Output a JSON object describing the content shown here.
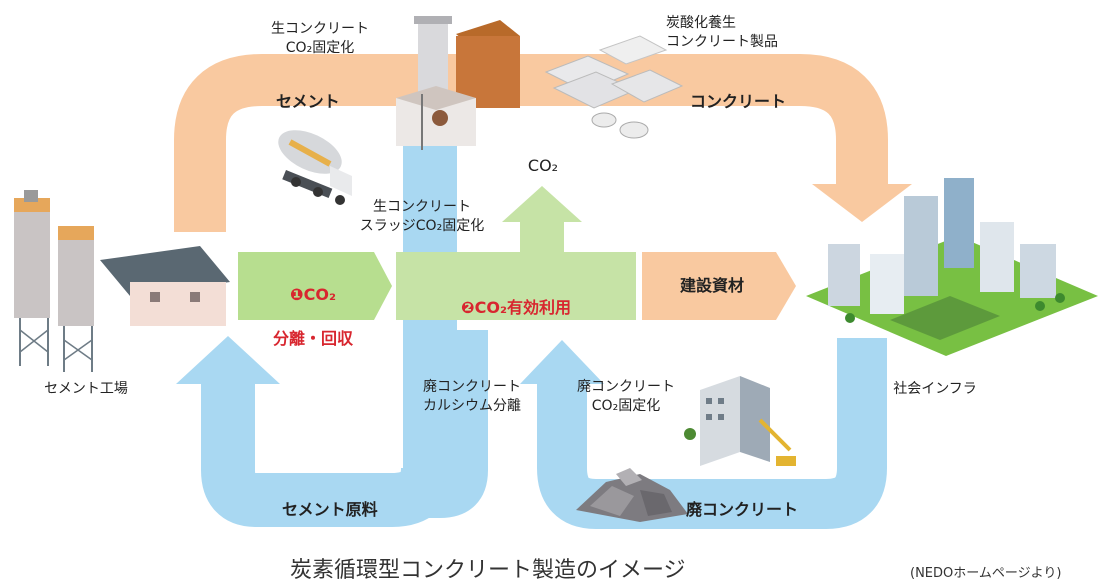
{
  "diagram": {
    "colors": {
      "orange_flow": "#f9c9a0",
      "blue_flow": "#a9d8f2",
      "green_box": "#c6e3a6",
      "green_box_dark": "#b7de8f",
      "process_red": "#d8262f"
    },
    "labels": {
      "raw_concrete_fix": "生コンクリート\nCO₂固定化",
      "carbonated_products": "炭酸化養生\nコンクリート製品",
      "sludge_fix": "生コンクリート\nスラッジCO₂固定化",
      "cement_plant": "セメント工場",
      "social_infra": "社会インフラ",
      "waste_ca_separation": "廃コンクリート\nカルシウム分離",
      "waste_co2_fix": "廃コンクリート\nCO₂固定化"
    },
    "flows": {
      "cement": "セメント",
      "concrete": "コンクリート",
      "co2": "CO₂",
      "cement_raw": "セメント原料",
      "waste_concrete": "廃コンクリート"
    },
    "process_boxes": {
      "separation_marker": "❶",
      "separation_line1": "CO₂",
      "separation_line2": "分離・回収",
      "utilization_marker": "❷",
      "utilization_text": "CO₂有効利用",
      "building_materials": "建設資材"
    },
    "caption": "炭素循環型コンクリート製造のイメージ",
    "source": "(NEDOホームページより)",
    "icons": [
      "cement-plant-icon",
      "mixer-truck-icon",
      "batching-plant-icon",
      "precast-products-icon",
      "city-buildings-icon",
      "demolition-building-icon",
      "rubble-pile-icon"
    ]
  }
}
